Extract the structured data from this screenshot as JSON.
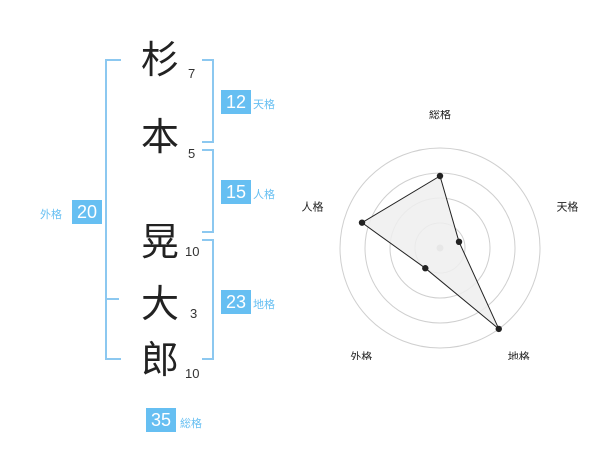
{
  "name": {
    "chars": [
      {
        "char": "杉",
        "strokes": "7"
      },
      {
        "char": "本",
        "strokes": "5"
      },
      {
        "char": "晃",
        "strokes": "10"
      },
      {
        "char": "大",
        "strokes": "3"
      },
      {
        "char": "郎",
        "strokes": "10"
      }
    ]
  },
  "fortune": {
    "tenkaku": {
      "value": "12",
      "label": "天格"
    },
    "jinkaku": {
      "value": "15",
      "label": "人格"
    },
    "chikaku": {
      "value": "23",
      "label": "地格"
    },
    "gaikaku": {
      "value": "20",
      "label": "外格"
    },
    "soukaku": {
      "value": "35",
      "label": "総格"
    }
  },
  "chart_data": {
    "type": "radar",
    "axes": [
      "総格",
      "天格",
      "地格",
      "外格",
      "人格"
    ],
    "values": [
      0.72,
      0.2,
      1.0,
      0.25,
      0.82
    ],
    "rings": 4,
    "range": [
      0,
      1
    ],
    "colors": {
      "fill": "#efefef",
      "line": "#222222",
      "grid": "#cfcfcf",
      "center": "#bbbbbb"
    }
  }
}
